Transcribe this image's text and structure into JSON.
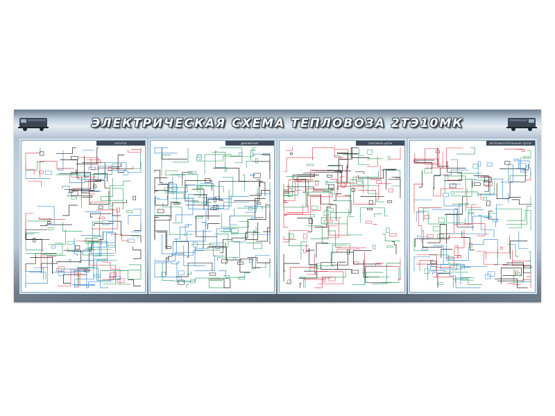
{
  "board": {
    "title": "ЭЛЕКТРИЧЕСКАЯ СХЕМА ТЕПЛОВОЗА 2ТЭ10МК",
    "colors": {
      "frame": "#b9c8d6",
      "accent_dark": "#3f4c59",
      "wire_red": "#e0505a",
      "wire_green": "#3aa66a",
      "wire_blue": "#3f8fd0",
      "wire_black": "#222222"
    }
  },
  "panels": [
    {
      "label": "ЗАПУСК",
      "colors": [
        "#222222",
        "#3aa66a",
        "#e0505a",
        "#3f8fd0"
      ]
    },
    {
      "label": "ДВИЖЕНИЕ",
      "colors": [
        "#222222",
        "#3aa66a",
        "#3f8fd0"
      ]
    },
    {
      "label": "СИЛОВАЯ ЦЕПЬ",
      "colors": [
        "#222222",
        "#e0505a",
        "#3aa66a"
      ]
    },
    {
      "label": "ВСПОМОГАТЕЛЬНЫЕ ЦЕПИ",
      "colors": [
        "#222222",
        "#3f8fd0",
        "#e0505a",
        "#3aa66a"
      ]
    }
  ],
  "icons": {
    "left": "locomotive-icon",
    "right": "locomotive-icon"
  }
}
